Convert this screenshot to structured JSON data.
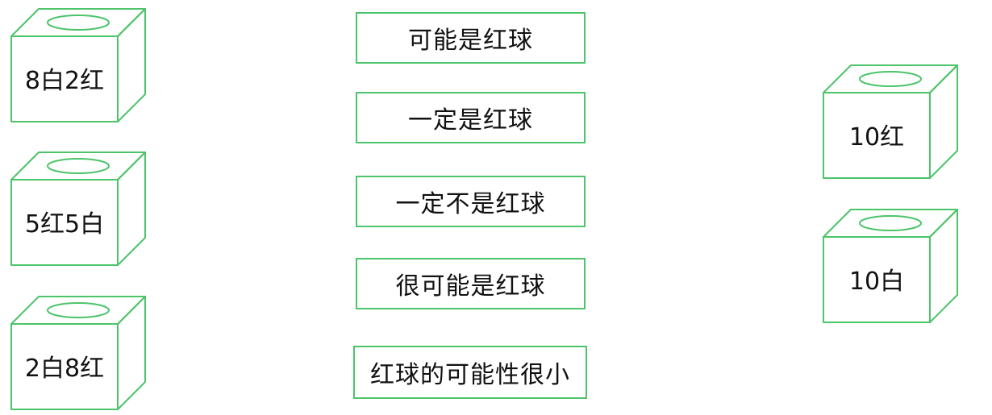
{
  "colors": {
    "stroke": "#4cc46a",
    "text": "#111111"
  },
  "boxes_left": [
    {
      "id": "box-8w2r",
      "label": "8白2红"
    },
    {
      "id": "box-5r5w",
      "label": "5红5白"
    },
    {
      "id": "box-2w8r",
      "label": "2白8红"
    }
  ],
  "statements": [
    {
      "id": "maybe-red",
      "text": "可能是红球"
    },
    {
      "id": "certainly-red",
      "text": "一定是红球"
    },
    {
      "id": "certainly-not-red",
      "text": "一定不是红球"
    },
    {
      "id": "very-likely-red",
      "text": "很可能是红球"
    },
    {
      "id": "red-unlikely",
      "text": "红球的可能性很小"
    }
  ],
  "boxes_right": [
    {
      "id": "box-10r",
      "label": "10红"
    },
    {
      "id": "box-10w",
      "label": "10白"
    }
  ]
}
